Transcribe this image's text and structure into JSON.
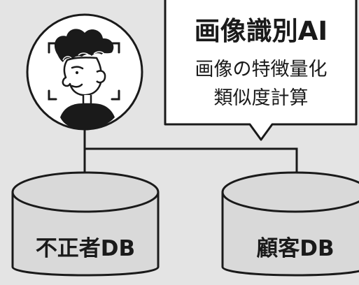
{
  "speech_bubble": {
    "title": "画像識別AI",
    "line1": "画像の特徴量化",
    "line2": "類似度計算"
  },
  "databases": {
    "fraud_db_label": "不正者DB",
    "customer_db_label": "顧客DB"
  },
  "colors": {
    "background": "#e4e4e4",
    "stroke": "#1a1a1a",
    "bubble_fill": "#ffffff",
    "cylinder_fill": "#d9d9d9"
  },
  "icons": {
    "avatar": "face-scan-portrait-icon"
  }
}
